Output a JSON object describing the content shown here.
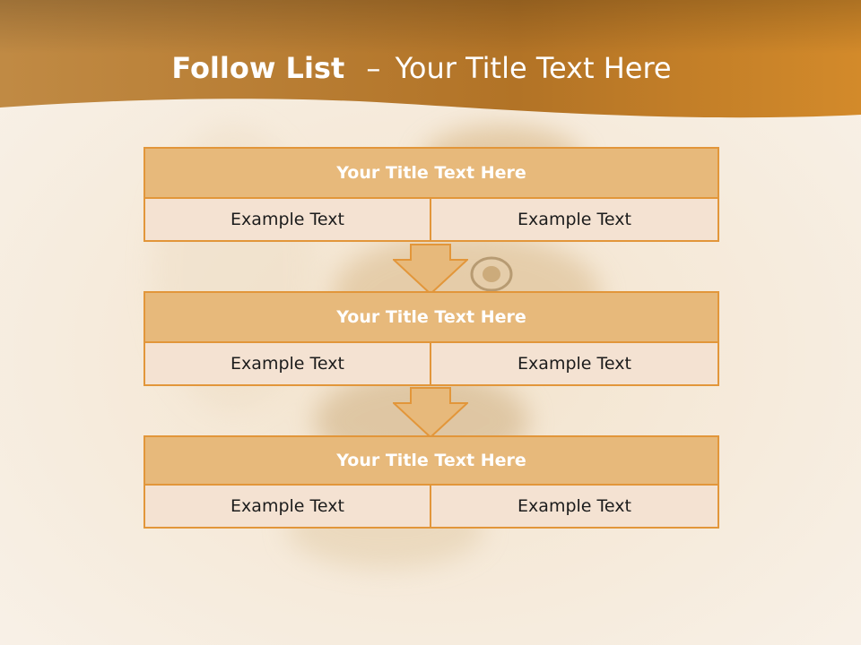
{
  "slide": {
    "title_bold": "Follow List",
    "title_separator": "–",
    "title_rest": "Your Title Text Here"
  },
  "steps": [
    {
      "title": "Your Title Text Here",
      "left": "Example Text",
      "right": "Example Text"
    },
    {
      "title": "Your Title Text Here",
      "left": "Example Text",
      "right": "Example Text"
    },
    {
      "title": "Your Title Text Here",
      "left": "Example Text",
      "right": "Example Text"
    }
  ],
  "colors": {
    "header_band": "#c98a3a",
    "title_fill": "#e7b97b",
    "border": "#e2963a",
    "cell_fill": "#f4e2d2",
    "background": "#f6ece0"
  },
  "icons": [
    "down-arrow-icon",
    "down-arrow-icon"
  ]
}
